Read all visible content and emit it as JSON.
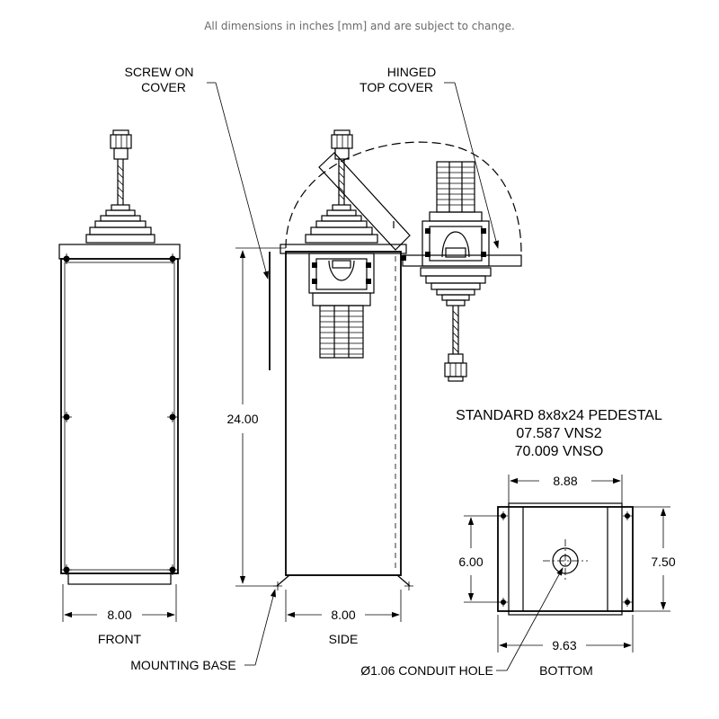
{
  "note": "All dimensions in inches [mm] and are subject to change.",
  "callouts": {
    "screw_on_cover": [
      "SCREW ON",
      "COVER"
    ],
    "hinged_top_cover": [
      "HINGED",
      "TOP COVER"
    ],
    "mounting_base": "MOUNTING BASE",
    "conduit_hole": "Ø1.06 CONDUIT HOLE"
  },
  "title_block": {
    "line1": "STANDARD 8x8x24 PEDESTAL",
    "line2": "07.587 VNS2",
    "line3": "70.009 VNSO"
  },
  "views": {
    "front": "FRONT",
    "side": "SIDE",
    "bottom": "BOTTOM"
  },
  "dimensions": {
    "front_width": "8.00",
    "side_width": "8.00",
    "height": "24.00",
    "bottom_top_width": "8.88",
    "bottom_overall_width": "9.63",
    "bottom_inner_height": "6.00",
    "bottom_outer_height": "7.50"
  }
}
